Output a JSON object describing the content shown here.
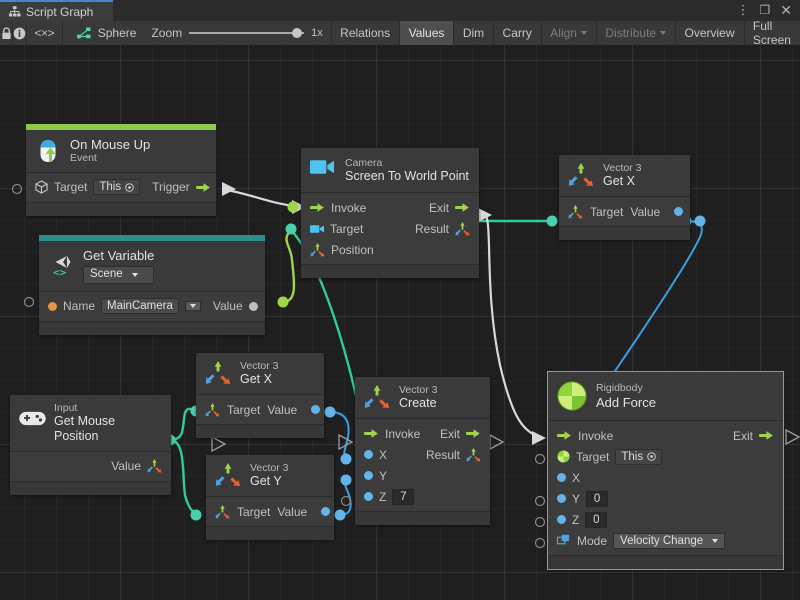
{
  "window": {
    "tab_label": "Script Graph",
    "tab_icon": "script-graph-icon",
    "controls": {
      "menu": "⋮",
      "maximize": "❐",
      "close": "✕"
    }
  },
  "toolbar": {
    "lock_icon": "lock-icon",
    "info_icon": "info-icon",
    "code_icon": "code-brackets-icon",
    "breadcrumb_icon": "graph-node-icon",
    "breadcrumb_label": "Sphere",
    "zoom_label": "Zoom",
    "zoom_value": "1x",
    "buttons": [
      {
        "label": "Relations",
        "state": "normal"
      },
      {
        "label": "Values",
        "state": "pressed"
      },
      {
        "label": "Dim",
        "state": "normal"
      },
      {
        "label": "Carry",
        "state": "normal"
      },
      {
        "label": "Align",
        "state": "dim",
        "caret": true
      },
      {
        "label": "Distribute",
        "state": "dim",
        "caret": true
      },
      {
        "label": "Overview",
        "state": "normal"
      },
      {
        "label": "Full Screen",
        "state": "normal"
      }
    ]
  },
  "colors": {
    "accent_event": "#8fc94a",
    "accent_variable": "#2e8d8d",
    "selection": "#55aee0",
    "wire_flow": "#d8d8d8",
    "wire_green": "#9fd54a",
    "wire_teal": "#2fcc9b",
    "wire_blue": "#3b9fe0",
    "canvas_bg": "#1f1f1f",
    "node_bg": "#3a3a3a"
  },
  "nodes": [
    {
      "id": "on-mouse-up",
      "subtitle": "On Mouse Up",
      "title": "Event",
      "icon": "mouse-up-icon",
      "accent": "#8fc94a",
      "ports": [
        {
          "label": "Target",
          "icon": "cube-icon",
          "value": "This",
          "value_kind": "this"
        },
        {
          "label": "Trigger",
          "icon": "flow-arrow-icon",
          "side": "right"
        }
      ]
    },
    {
      "id": "get-variable",
      "subtitle": "Get Variable",
      "title": "Scene",
      "icon": "unity-variable-icon",
      "accent": "#2e8d8d",
      "scope": "Scene",
      "ports": [
        {
          "label": "Name",
          "dot": "orange",
          "value": "MainCamera",
          "value_kind": "dropdown"
        },
        {
          "label": "Value",
          "dot": "grey",
          "side": "right"
        }
      ]
    },
    {
      "id": "camera-screen-to-world-point",
      "subtitle": "Camera",
      "title": "Screen To World Point",
      "icon": "camera-icon",
      "ports_left": [
        {
          "label": "Invoke",
          "icon": "flow-arrow-icon"
        },
        {
          "label": "Target",
          "icon": "camera-icon"
        },
        {
          "label": "Position",
          "icon": "vector3-icon"
        }
      ],
      "ports_right": [
        {
          "label": "Exit",
          "icon": "flow-arrow-icon"
        },
        {
          "label": "Result",
          "icon": "vector3-icon"
        }
      ]
    },
    {
      "id": "vector3-get-x-top",
      "subtitle": "Vector 3",
      "title": "Get X",
      "icon": "vector3-icon",
      "ports": [
        {
          "label": "Target",
          "icon": "vector3-icon"
        },
        {
          "label": "Value",
          "dot": "blue",
          "side": "right"
        }
      ]
    },
    {
      "id": "input-get-mouse-position",
      "subtitle": "Input",
      "title": "Get Mouse Position",
      "icon": "gamepad-icon",
      "ports": [
        {
          "label": "Value",
          "icon": "vector3-icon",
          "side": "right"
        }
      ]
    },
    {
      "id": "vector3-get-x-mid",
      "subtitle": "Vector 3",
      "title": "Get X",
      "icon": "vector3-icon",
      "ports": [
        {
          "label": "Target",
          "icon": "vector3-icon"
        },
        {
          "label": "Value",
          "dot": "blue",
          "side": "right"
        }
      ]
    },
    {
      "id": "vector3-get-y",
      "subtitle": "Vector 3",
      "title": "Get Y",
      "icon": "vector3-icon",
      "ports": [
        {
          "label": "Target",
          "icon": "vector3-icon"
        },
        {
          "label": "Value",
          "dot": "blue",
          "side": "right"
        }
      ]
    },
    {
      "id": "vector3-create",
      "subtitle": "Vector 3",
      "title": "Create",
      "icon": "vector3-icon",
      "ports_left": [
        {
          "label": "Invoke",
          "icon": "flow-arrow-icon"
        },
        {
          "label": "X",
          "dot": "blue"
        },
        {
          "label": "Y",
          "dot": "blue"
        },
        {
          "label": "Z",
          "dot": "blue",
          "value": "7"
        }
      ],
      "ports_right": [
        {
          "label": "Exit",
          "icon": "flow-arrow-icon"
        },
        {
          "label": "Result",
          "icon": "vector3-icon"
        }
      ]
    },
    {
      "id": "rigidbody-add-force",
      "subtitle": "Rigidbody",
      "title": "Add Force",
      "icon": "rigidbody-icon",
      "selected": true,
      "ports_left": [
        {
          "label": "Invoke",
          "icon": "flow-arrow-icon"
        },
        {
          "label": "Target",
          "icon": "rigidbody-icon",
          "value": "This",
          "value_kind": "this"
        },
        {
          "label": "X",
          "dot": "blue"
        },
        {
          "label": "Y",
          "dot": "blue",
          "value": "0"
        },
        {
          "label": "Z",
          "dot": "blue",
          "value": "0"
        },
        {
          "label": "Mode",
          "icon": "enum-icon",
          "value": "Velocity Change",
          "value_kind": "dropdown"
        }
      ],
      "ports_right": [
        {
          "label": "Exit",
          "icon": "flow-arrow-icon"
        }
      ]
    }
  ]
}
